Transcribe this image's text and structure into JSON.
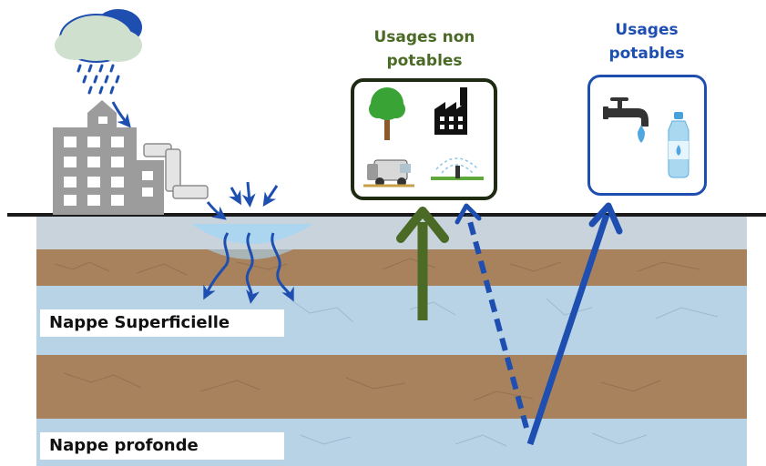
{
  "labels": {
    "shallow_aquifer": "Nappe Superficielle",
    "deep_aquifer": "Nappe profonde"
  },
  "panels": {
    "non_potable": {
      "title": "Usages non potables",
      "color": "#4a6a26"
    },
    "potable": {
      "title": "Usages potables",
      "color": "#1e4fb0"
    }
  },
  "icons": {
    "weather": "rain-cloud-icon",
    "building": "building-icon",
    "pipe": "drain-pipe-icon",
    "tree": "tree-icon",
    "factory": "factory-icon",
    "street_sweeper": "street-sweeper-icon",
    "sprinkler": "sprinkler-icon",
    "tap": "water-tap-icon",
    "bottle": "water-bottle-icon"
  },
  "colors": {
    "soil": "#a8825c",
    "aquifer": "#b9d3e6",
    "ground_line": "#1a1a1a",
    "arrow_blue": "#1e4fb0",
    "arrow_green": "#4a6a26"
  }
}
